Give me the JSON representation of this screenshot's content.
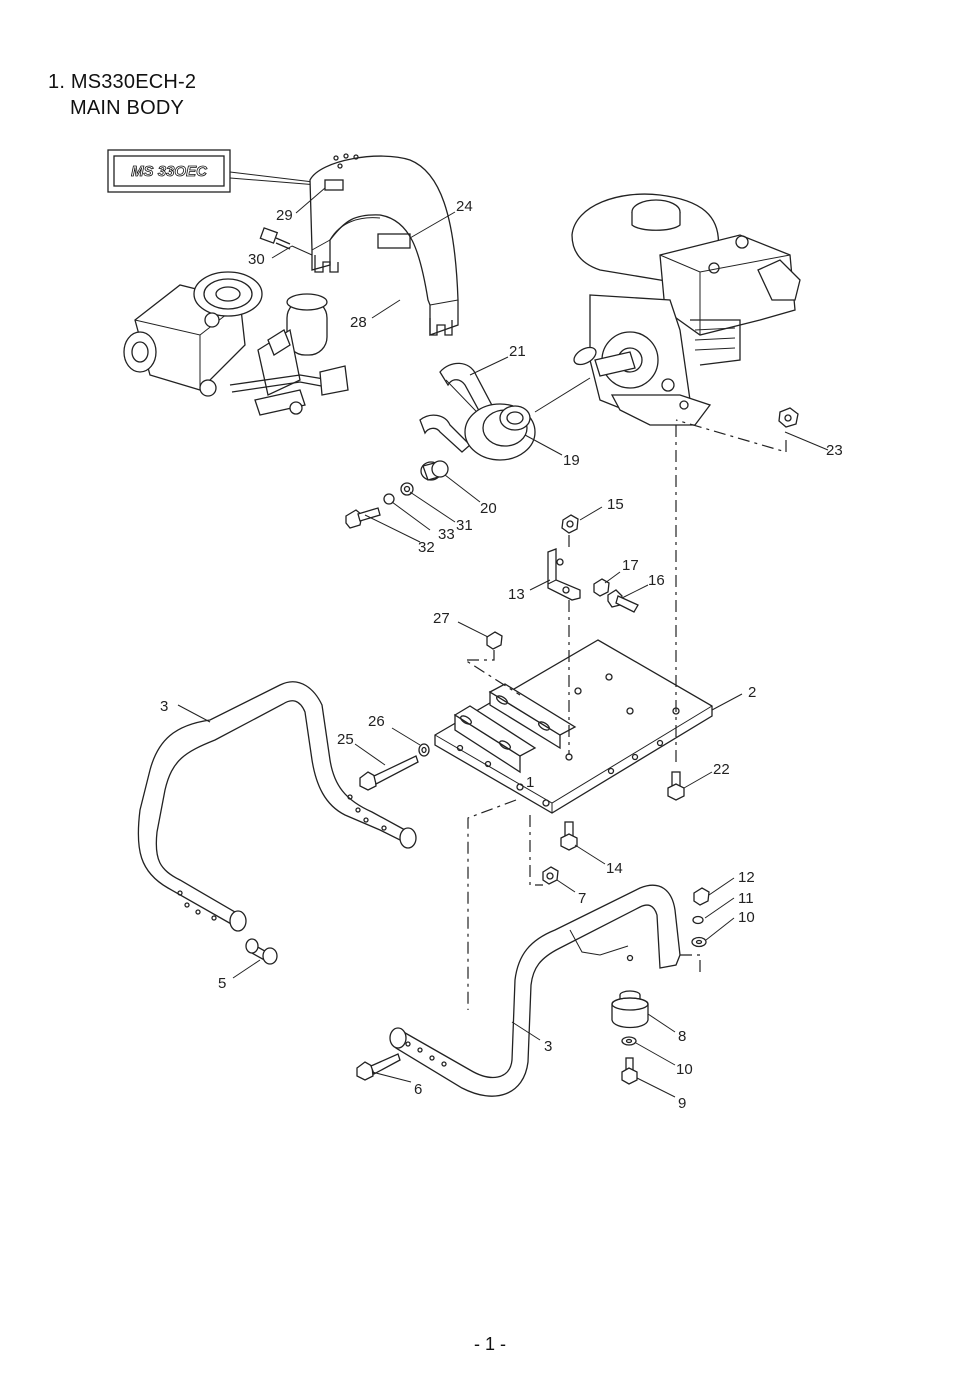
{
  "title": {
    "line1": "1. MS330ECH-2",
    "line2": "MAIN BODY"
  },
  "logo_label": "MS 33OEC",
  "callouts": [
    "29",
    "24",
    "30",
    "28",
    "21",
    "19",
    "23",
    "20",
    "31",
    "33",
    "32",
    "15",
    "13",
    "17",
    "16",
    "27",
    "2",
    "3",
    "26",
    "25",
    "22",
    "1",
    "14",
    "7",
    "12",
    "11",
    "10",
    "5",
    "8",
    "3",
    "10",
    "9",
    "6"
  ],
  "page_number": "- 1 -"
}
